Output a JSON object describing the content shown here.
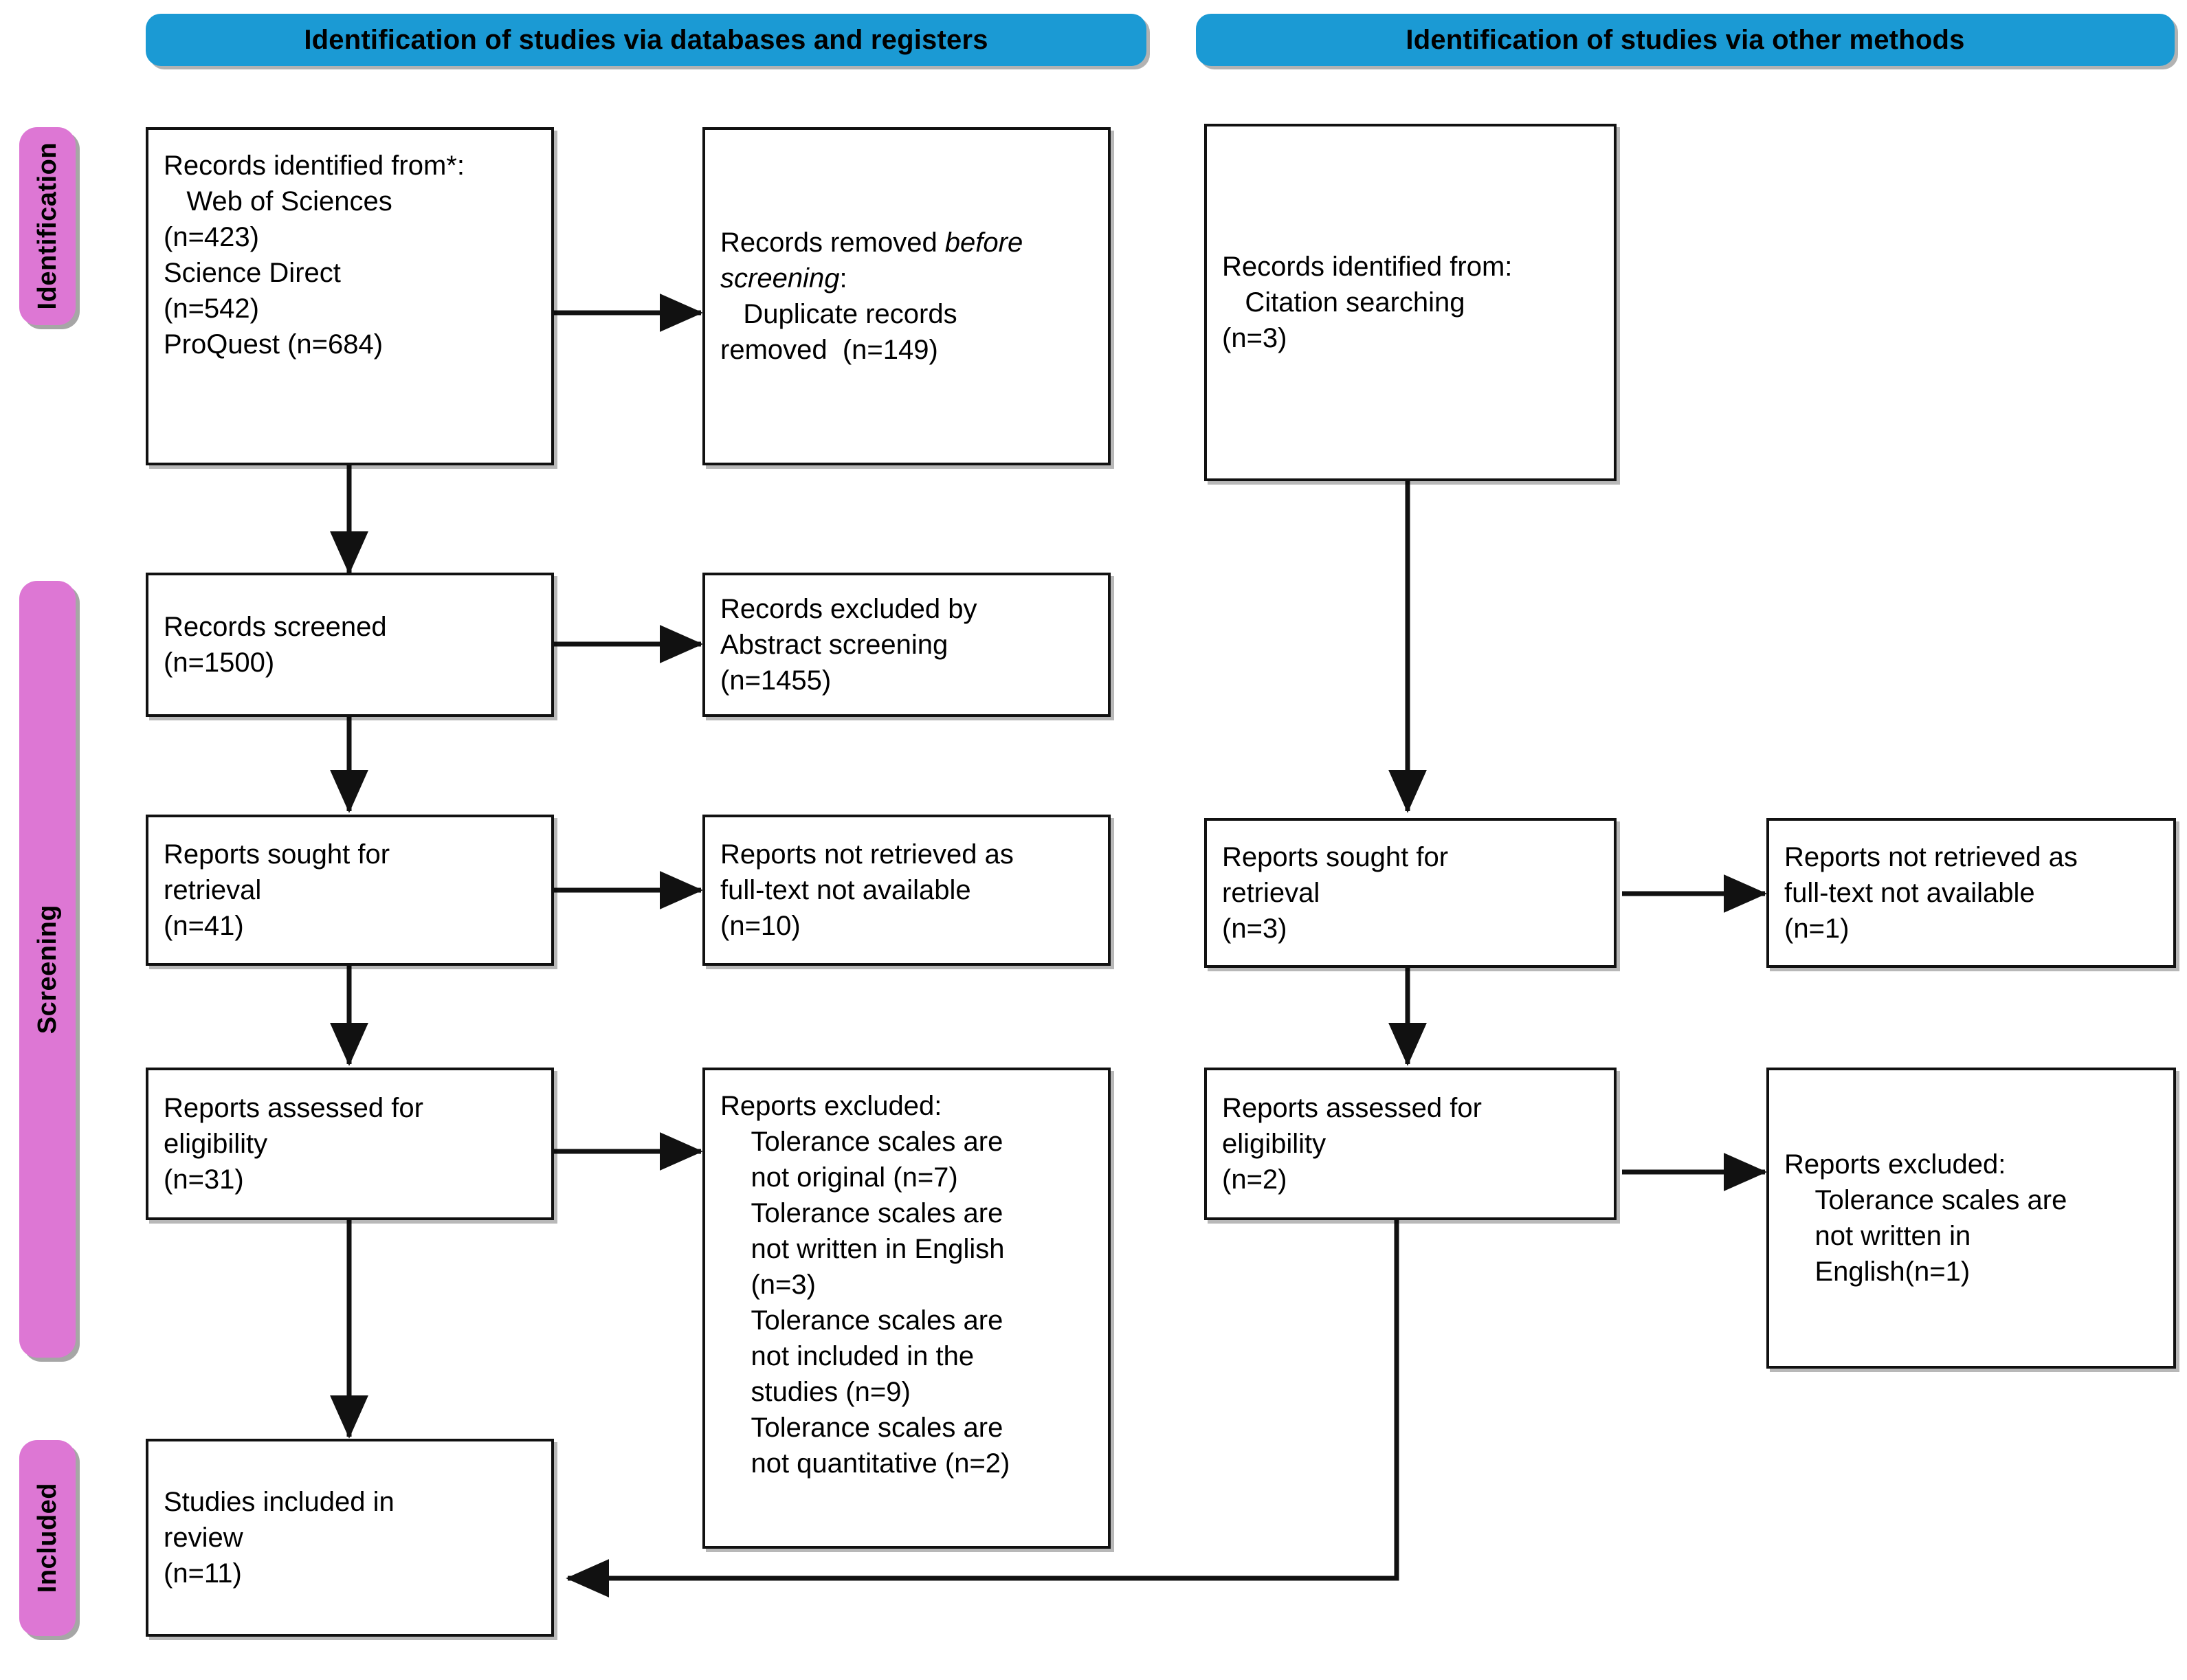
{
  "diagram": {
    "type": "PRISMA 2020 flow diagram",
    "accent_blue": "#1b9ad4",
    "accent_pink": "#dd77d4",
    "line_color": "#111111"
  },
  "headers": {
    "databases": "Identification of studies via databases and registers",
    "other": "Identification of studies via other methods"
  },
  "stages": {
    "identification": "Identification",
    "screening": "Screening",
    "included": "Included"
  },
  "boxes": {
    "records_identified": {
      "line1": "Records identified from*:",
      "line2": "   Web of Sciences",
      "line3": "(n=423)",
      "line4": "Science Direct",
      "line5": "(n=542)",
      "line6": "ProQuest (n=684)",
      "text": "Records identified from*:\n   Web of Sciences\n(n=423)\nScience Direct\n(n=542)\nProQuest (n=684)"
    },
    "records_removed": {
      "pre": "Records removed ",
      "italic": "before screening",
      "post": ":\n   Duplicate records\nremoved  (n=149)"
    },
    "records_identified_other": {
      "text": "Records identified from:\n   Citation searching\n(n=3)"
    },
    "records_screened": {
      "text": "Records screened\n(n=1500)"
    },
    "records_excluded": {
      "text": "Records excluded by\nAbstract screening\n(n=1455)"
    },
    "reports_sought_db": {
      "text": "Reports sought for\nretrieval\n(n=41)"
    },
    "reports_not_retrieved_db": {
      "text": "Reports not retrieved as\nfull-text not available\n(n=10)"
    },
    "reports_sought_other": {
      "text": "Reports sought for\nretrieval\n(n=3)"
    },
    "reports_not_retrieved_other": {
      "text": "Reports not retrieved as\nfull-text not available\n(n=1)"
    },
    "reports_assessed_db": {
      "text": "Reports assessed for\neligibility\n(n=31)"
    },
    "reports_excluded_db": {
      "text": "Reports excluded:\n    Tolerance scales are\n    not original (n=7)\n    Tolerance scales are\n    not written in English\n    (n=3)\n    Tolerance scales are\n    not included in the\n    studies (n=9)\n    Tolerance scales are\n    not quantitative (n=2)"
    },
    "reports_assessed_other": {
      "text": "Reports assessed for\neligibility\n(n=2)"
    },
    "reports_excluded_other": {
      "text": "Reports excluded:\n    Tolerance scales are\n    not written in\n    English(n=1)"
    },
    "studies_included": {
      "text": "Studies included in\nreview\n(n=11)"
    }
  }
}
